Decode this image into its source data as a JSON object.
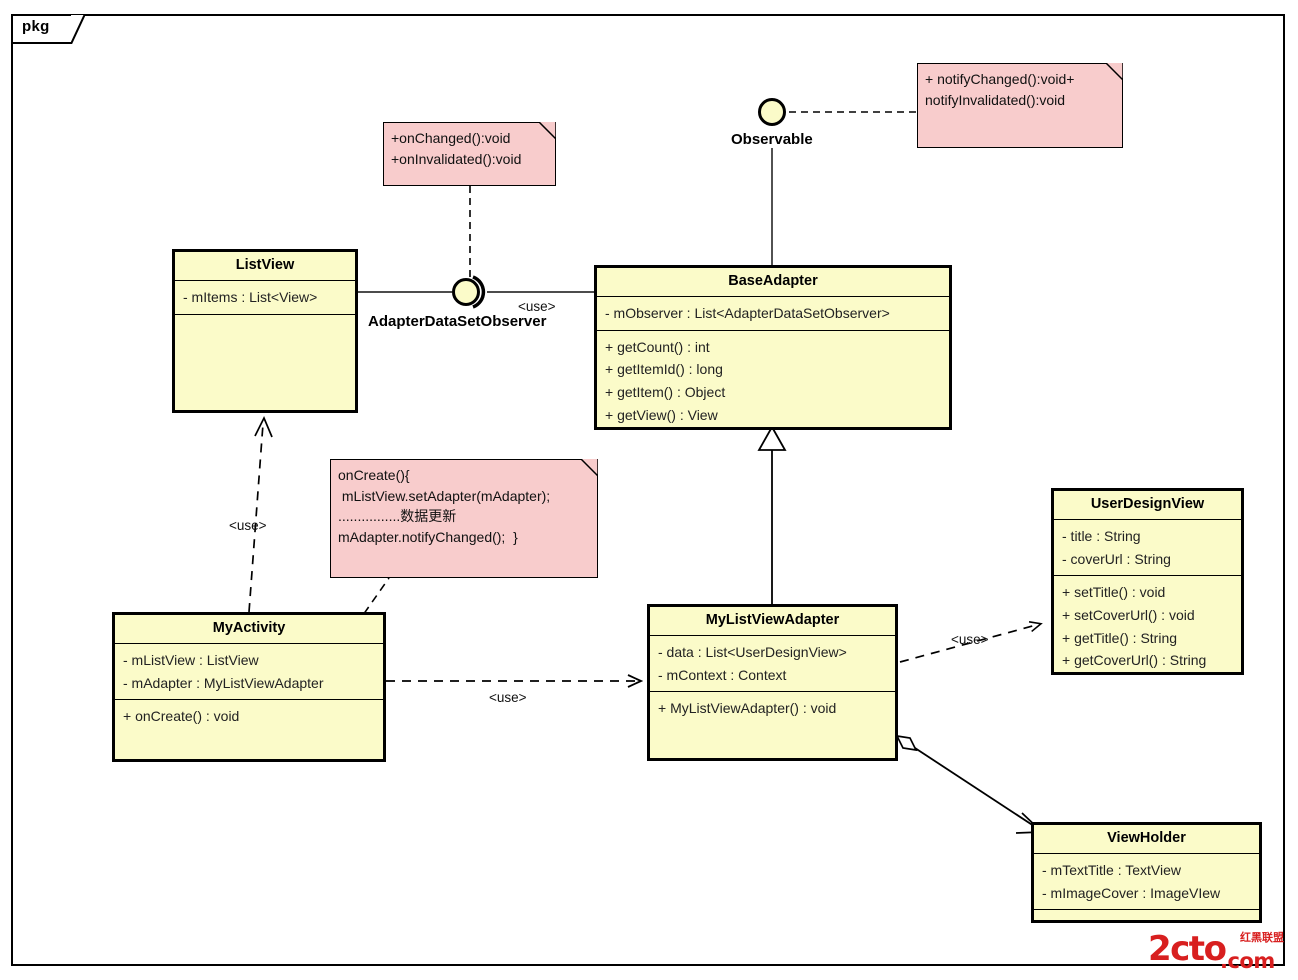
{
  "diagram": {
    "type": "uml-class-diagram",
    "frame_label": "pkg",
    "background": "#ffffff",
    "class_fill": "#fbfbc9",
    "note_fill": "#f8cccc",
    "line_color": "#000000"
  },
  "classes": {
    "listview": {
      "name": "ListView",
      "attributes": [
        "- mItems : List<View>"
      ],
      "operations": []
    },
    "baseadapter": {
      "name": "BaseAdapter",
      "attributes": [
        "- mObserver : List<AdapterDataSetObserver>"
      ],
      "operations": [
        "+ getCount() : int",
        "+ getItemId() : long",
        "+ getItem() : Object",
        "+ getView() : View"
      ]
    },
    "myactivity": {
      "name": "MyActivity",
      "attributes": [
        "- mListView : ListView",
        "- mAdapter : MyListViewAdapter"
      ],
      "operations": [
        "+ onCreate() : void"
      ]
    },
    "mylistviewadapter": {
      "name": "MyListViewAdapter",
      "attributes": [
        "- data : List<UserDesignView>",
        "- mContext : Context"
      ],
      "operations": [
        "+ MyListViewAdapter() : void"
      ]
    },
    "userdesignview": {
      "name": "UserDesignView",
      "attributes": [
        "- title : String",
        "- coverUrl : String"
      ],
      "operations": [
        "+ setTitle() : void",
        "+ setCoverUrl() : void",
        "+ getTitle() : String",
        "+ getCoverUrl() : String"
      ]
    },
    "viewholder": {
      "name": "ViewHolder",
      "attributes": [
        "- mTextTitle : TextView",
        "- mImageCover : ImageVIew"
      ],
      "operations": []
    }
  },
  "notes": {
    "observer_note": {
      "lines": [
        "+onChanged():void",
        "+onInvalidated():void"
      ]
    },
    "observable_note": {
      "lines": [
        "+ notifyChanged():void+",
        "notifyInvalidated():void"
      ]
    },
    "oncreate_note": {
      "lines": [
        "onCreate(){",
        " mListView.setAdapter(mAdapter);",
        "................数据更新",
        "mAdapter.notifyChanged();  }"
      ]
    }
  },
  "interfaces": {
    "observable": {
      "label": "Observable"
    },
    "adapter_data_set_observer": {
      "label": "AdapterDataSetObserver"
    }
  },
  "connector_labels": {
    "use_interface": "<use>",
    "use_activity_listview": "<use>",
    "use_activity_adapter": "<use>",
    "use_adapter_userdesignview": "<use>"
  },
  "watermark": {
    "main": "2cto",
    "dotcom": ".com",
    "cn": "红黑联盟"
  }
}
